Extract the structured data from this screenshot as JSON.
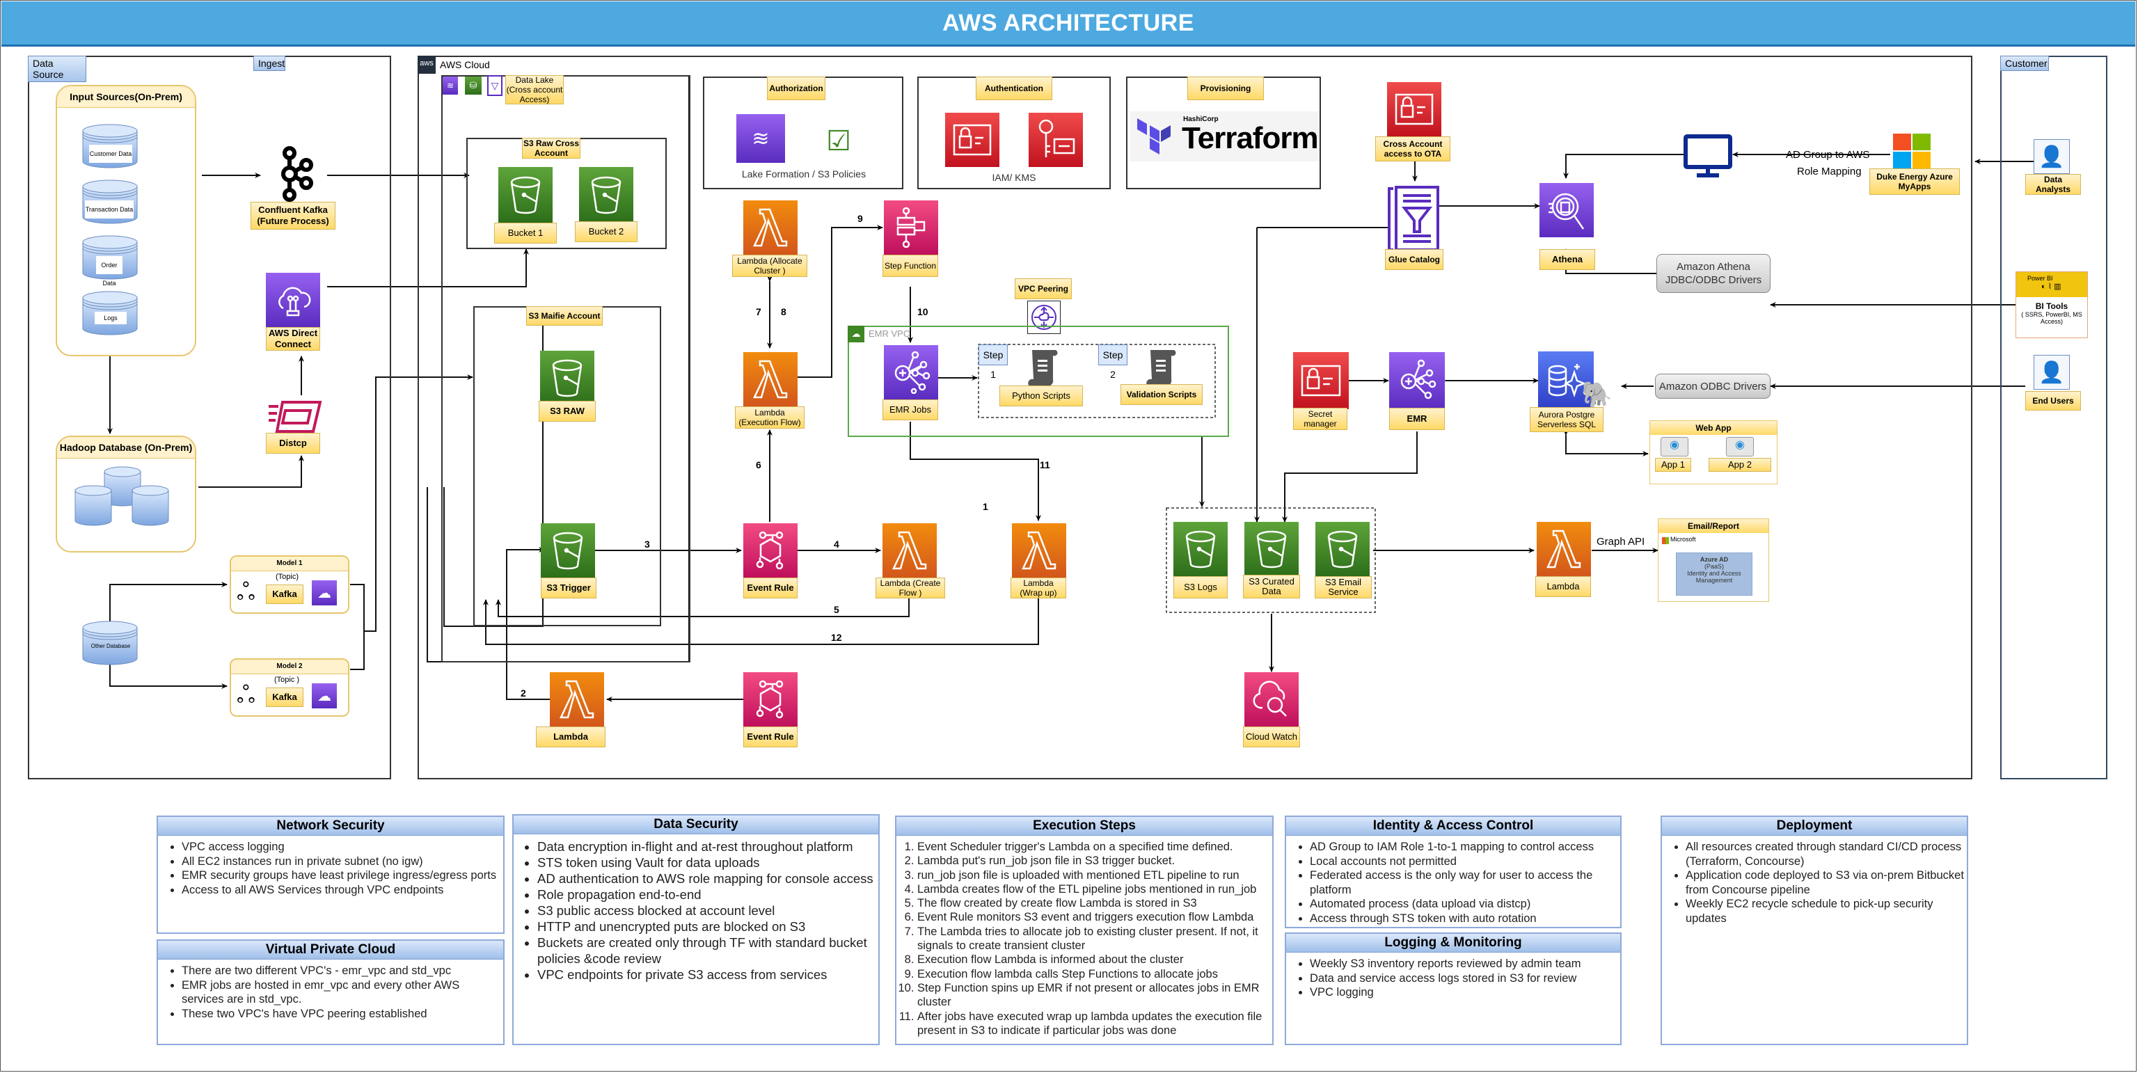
{
  "title": "AWS ARCHITECTURE",
  "lanes": {
    "data_source": "Data Source",
    "ingest": "Ingest",
    "aws_cloud": "AWS Cloud",
    "customer": "Customer"
  },
  "data_source": {
    "input_sources_title": "Input Sources(On-Prem)",
    "databases": [
      "Customer Data",
      "Transaction Data",
      "Order Data",
      "Logs"
    ],
    "hadoop_title": "Hadoop Database (On-Prem)",
    "other_database": "Other Database",
    "models": [
      {
        "title": "Model 1",
        "topic": "(Topic)",
        "label": "Kafka"
      },
      {
        "title": "Model 2",
        "topic": "(Topic )",
        "label": "Kafka"
      }
    ]
  },
  "ingest": {
    "kafka": "Confluent Kafka (Future Process)",
    "direct_connect": "AWS Direct Connect",
    "distcp": "Distcp"
  },
  "aws": {
    "aws_logo": "aws",
    "data_lake": "Data Lake (Cross account Access)",
    "s3_raw_cross": "S3 Raw Cross Account",
    "bucket1": "Bucket 1",
    "bucket2": "Bucket 2",
    "s3_maifie": "S3 Maifie Account",
    "s3_raw": "S3 RAW",
    "s3_trigger": "S3 Trigger",
    "lambda": "Lambda",
    "event_rule_top": "Event Rule",
    "event_rule_bottom": "Event Rule",
    "lambda_create_flow": "Lambda (Create Flow )",
    "lambda_wrap_up": "Lambda (Wrap up)",
    "lambda_allocate": "Lambda (Allocate Cluster )",
    "lambda_execution": "Lambda (Execution Flow)",
    "step_function": "Step Function",
    "vpc_peering": "VPC Peering",
    "emr_vpc": "EMR VPC",
    "emr_jobs": "EMR Jobs",
    "step1": "Step 1",
    "step2": "Step 2",
    "python_scripts": "Python Scripts",
    "validation_scripts": "Validation Scripts",
    "authorization": {
      "title": "Authorization",
      "caption": "Lake Formation / S3 Policies"
    },
    "authentication": {
      "title": "Authentication",
      "caption": "IAM/ KMS"
    },
    "provisioning": {
      "title": "Provisioning",
      "brand_small": "HashiCorp",
      "brand": "Terraform"
    },
    "cross_account": "Cross Account access to OTA",
    "glue_catalog": "Glue Catalog",
    "athena": "Athena",
    "secret_manager": "Secret manager",
    "emr": "EMR",
    "aurora": "Aurora Postgre Serverless SQL",
    "s3_logs": "S3 Logs",
    "s3_curated": "S3 Curated Data",
    "s3_email": "S3 Email Service",
    "cloud_watch": "Cloud Watch",
    "lambda_graph": "Lambda",
    "graph_api": "Graph API",
    "web_app": {
      "title": "Web App",
      "apps": [
        "App 1",
        "App 2"
      ]
    },
    "email_report": {
      "title": "Email/Report",
      "vendor": "Microsoft",
      "azure_title": "Azure AD",
      "azure_sub": "(PaaS)",
      "azure_desc": "Identity and Access Management"
    },
    "athena_drivers": "Amazon Athena JDBC/ODBC Drivers",
    "odbc_drivers": "Amazon ODBC Drivers",
    "ad_group_line1": "AD Group to AWS",
    "ad_group_line2": "Role Mapping",
    "azure_myapps": "Duke Energy Azure MyApps"
  },
  "customer": {
    "data_analysts": "Data Analysts",
    "bi_header": "Power BI",
    "bi_title": "BI Tools",
    "bi_sub": "( SSRS, PowerBI, MS Access)",
    "end_users": "End Users"
  },
  "step_numbers": [
    "1",
    "2",
    "3",
    "4",
    "5",
    "6",
    "7",
    "8",
    "9",
    "10",
    "11",
    "12"
  ],
  "panels": {
    "network_security": {
      "title": "Network Security",
      "items": [
        "VPC access logging",
        "All EC2 instances run in private subnet (no igw)",
        "EMR security groups have least privilege ingress/egress ports",
        "Access to all AWS Services through VPC endpoints"
      ]
    },
    "vpc": {
      "title": "Virtual Private Cloud",
      "items": [
        "There are two different VPC's - emr_vpc and std_vpc",
        "EMR jobs are hosted in emr_vpc and every other AWS services are in std_vpc.",
        "These two VPC's have VPC peering established"
      ]
    },
    "data_security": {
      "title": "Data Security",
      "items": [
        "Data encryption in-flight and at-rest throughout  platform",
        "STS token using Vault for data uploads",
        "AD authentication to AWS role mapping for console access",
        "Role propagation end-to-end",
        "S3 public access blocked at account level",
        "HTTP and unencrypted puts are blocked on S3",
        "Buckets are created only through TF with standard bucket policies &code review",
        "VPC endpoints for private S3 access from services"
      ]
    },
    "execution_steps": {
      "title": "Execution Steps",
      "items": [
        "Event Scheduler trigger's Lambda on a specified time defined.",
        "Lambda put's run_job json file in S3 trigger bucket.",
        "run_job json file is uploaded with mentioned ETL pipeline to run",
        "Lambda creates flow of the ETL pipeline jobs mentioned in run_job",
        "The flow created by create flow Lambda is stored in S3",
        "Event Rule monitors S3 event and triggers execution flow Lambda",
        "The Lambda tries to allocate job to existing cluster present. If not, it signals to create transient cluster",
        "Execution flow Lambda is informed about the cluster",
        "Execution flow lambda calls Step Functions to allocate jobs",
        "Step Function spins up EMR if not present or allocates jobs in EMR cluster",
        "After jobs have executed wrap up lambda updates the execution file present in S3 to indicate if particular jobs was done"
      ]
    },
    "identity": {
      "title": "Identity & Access Control",
      "items": [
        "AD Group to IAM Role 1-to-1 mapping to control access",
        "Local accounts not permitted",
        "Federated access is the only way for user to access the platform",
        "Automated process (data upload via distcp)",
        "Access through STS token with auto rotation"
      ]
    },
    "logging": {
      "title": "Logging & Monitoring",
      "items": [
        "Weekly S3 inventory reports reviewed by admin team",
        "Data and service access logs stored in S3 for review",
        "VPC logging"
      ]
    },
    "deployment": {
      "title": "Deployment",
      "items": [
        "All resources created through standard CI/CD process (Terraform, Concourse)",
        "Application code deployed to S3 via on-prem Bitbucket from Concourse pipeline",
        "Weekly EC2 recycle schedule to pick-up security updates"
      ]
    }
  },
  "colors": {
    "title_bar": "#4da9e0",
    "s3": "#3f8624",
    "lambda": "#e8720c",
    "event": "#d6245f",
    "analytics": "#7a3fdb",
    "security": "#d9272e",
    "label_fill": "#ffd966"
  }
}
